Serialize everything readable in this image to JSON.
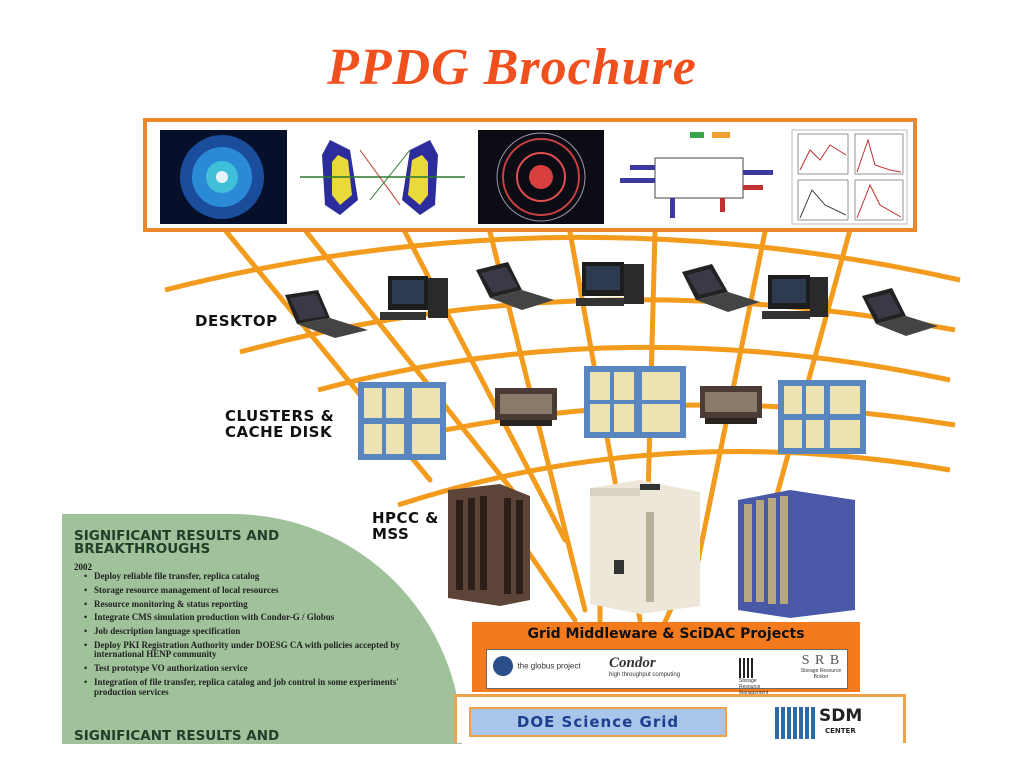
{
  "title": "PPDG Brochure",
  "tiers": {
    "desktop": [
      "DESKTOP"
    ],
    "clusters": [
      "CLUSTERS &",
      "CACHE DISK"
    ],
    "hpcc": [
      "HPCC &",
      "MSS"
    ]
  },
  "results": {
    "heading": [
      "SIGNIFICANT RESULTS AND",
      "BREAKTHROUGHS"
    ],
    "year": "2002",
    "items": [
      "Deploy reliable file transfer, replica catalog",
      "Storage resource management of local resources",
      "Resource monitoring & status reporting",
      "Integrate CMS simulation production with Condor-G / Globus",
      "Job description language specification",
      "Deploy PKI Registration Authority under DOESG CA with policies accepted by international HENP community",
      "Test prototype VO authorization service",
      "Integration of file transfer, replica catalog and job control in some experiments' production services"
    ],
    "heading_2": "SIGNIFICANT RESULTS AND"
  },
  "middleware": {
    "title": "Grid Middleware & SciDAC Projects",
    "logos": {
      "globus": "the globus project",
      "condor": "Condor",
      "condor_tag": "high throughput computing",
      "srm": "Storage Resource Management",
      "srb": "S R B",
      "srb_tag": "Storage Resource Broker"
    }
  },
  "doe": {
    "label": "DOE Science Grid",
    "sdm": "SDM",
    "sdm_sub": "CENTER"
  },
  "colors": {
    "title": "#f0501e",
    "grid_lines": "#f39b1d",
    "frame": "#f0862a",
    "results_bg": "#9fc29a",
    "middleware_bg": "#f47a1e",
    "doe_bg": "#a9c6ea"
  }
}
